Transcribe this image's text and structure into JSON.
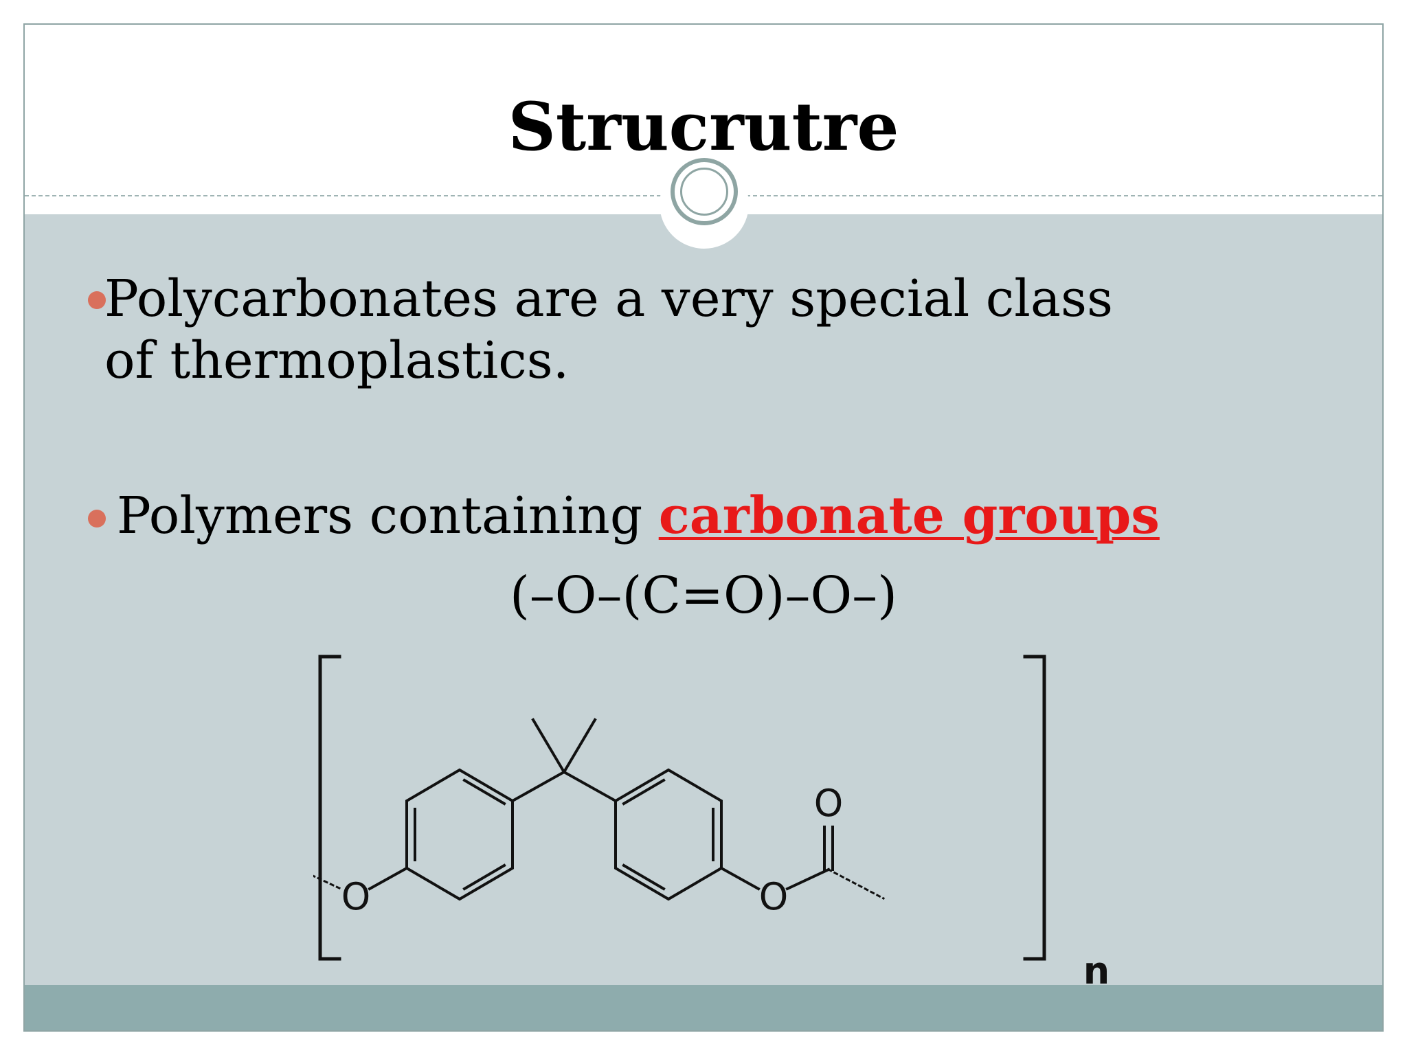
{
  "slide": {
    "title": "Strucrutre",
    "bullets": [
      {
        "text": "Polycarbonates are a very special class of thermoplastics."
      },
      {
        "prefix": "Polymers containing ",
        "highlight": "carbonate groups"
      }
    ],
    "formula": "(–O–(C=O)–O–)",
    "structure": {
      "atoms": {
        "ether_o": "O",
        "ester_o": "O",
        "carbonyl_o": "O"
      },
      "repeat_subscript": "n"
    },
    "colors": {
      "highlight": "#e81919",
      "bullet_dot": "#d9705c",
      "panel": "#c7d3d6",
      "footer": "#8eacad"
    },
    "icons": {
      "bullet": "bullet-dot-icon",
      "divider": "ring-icon"
    }
  }
}
